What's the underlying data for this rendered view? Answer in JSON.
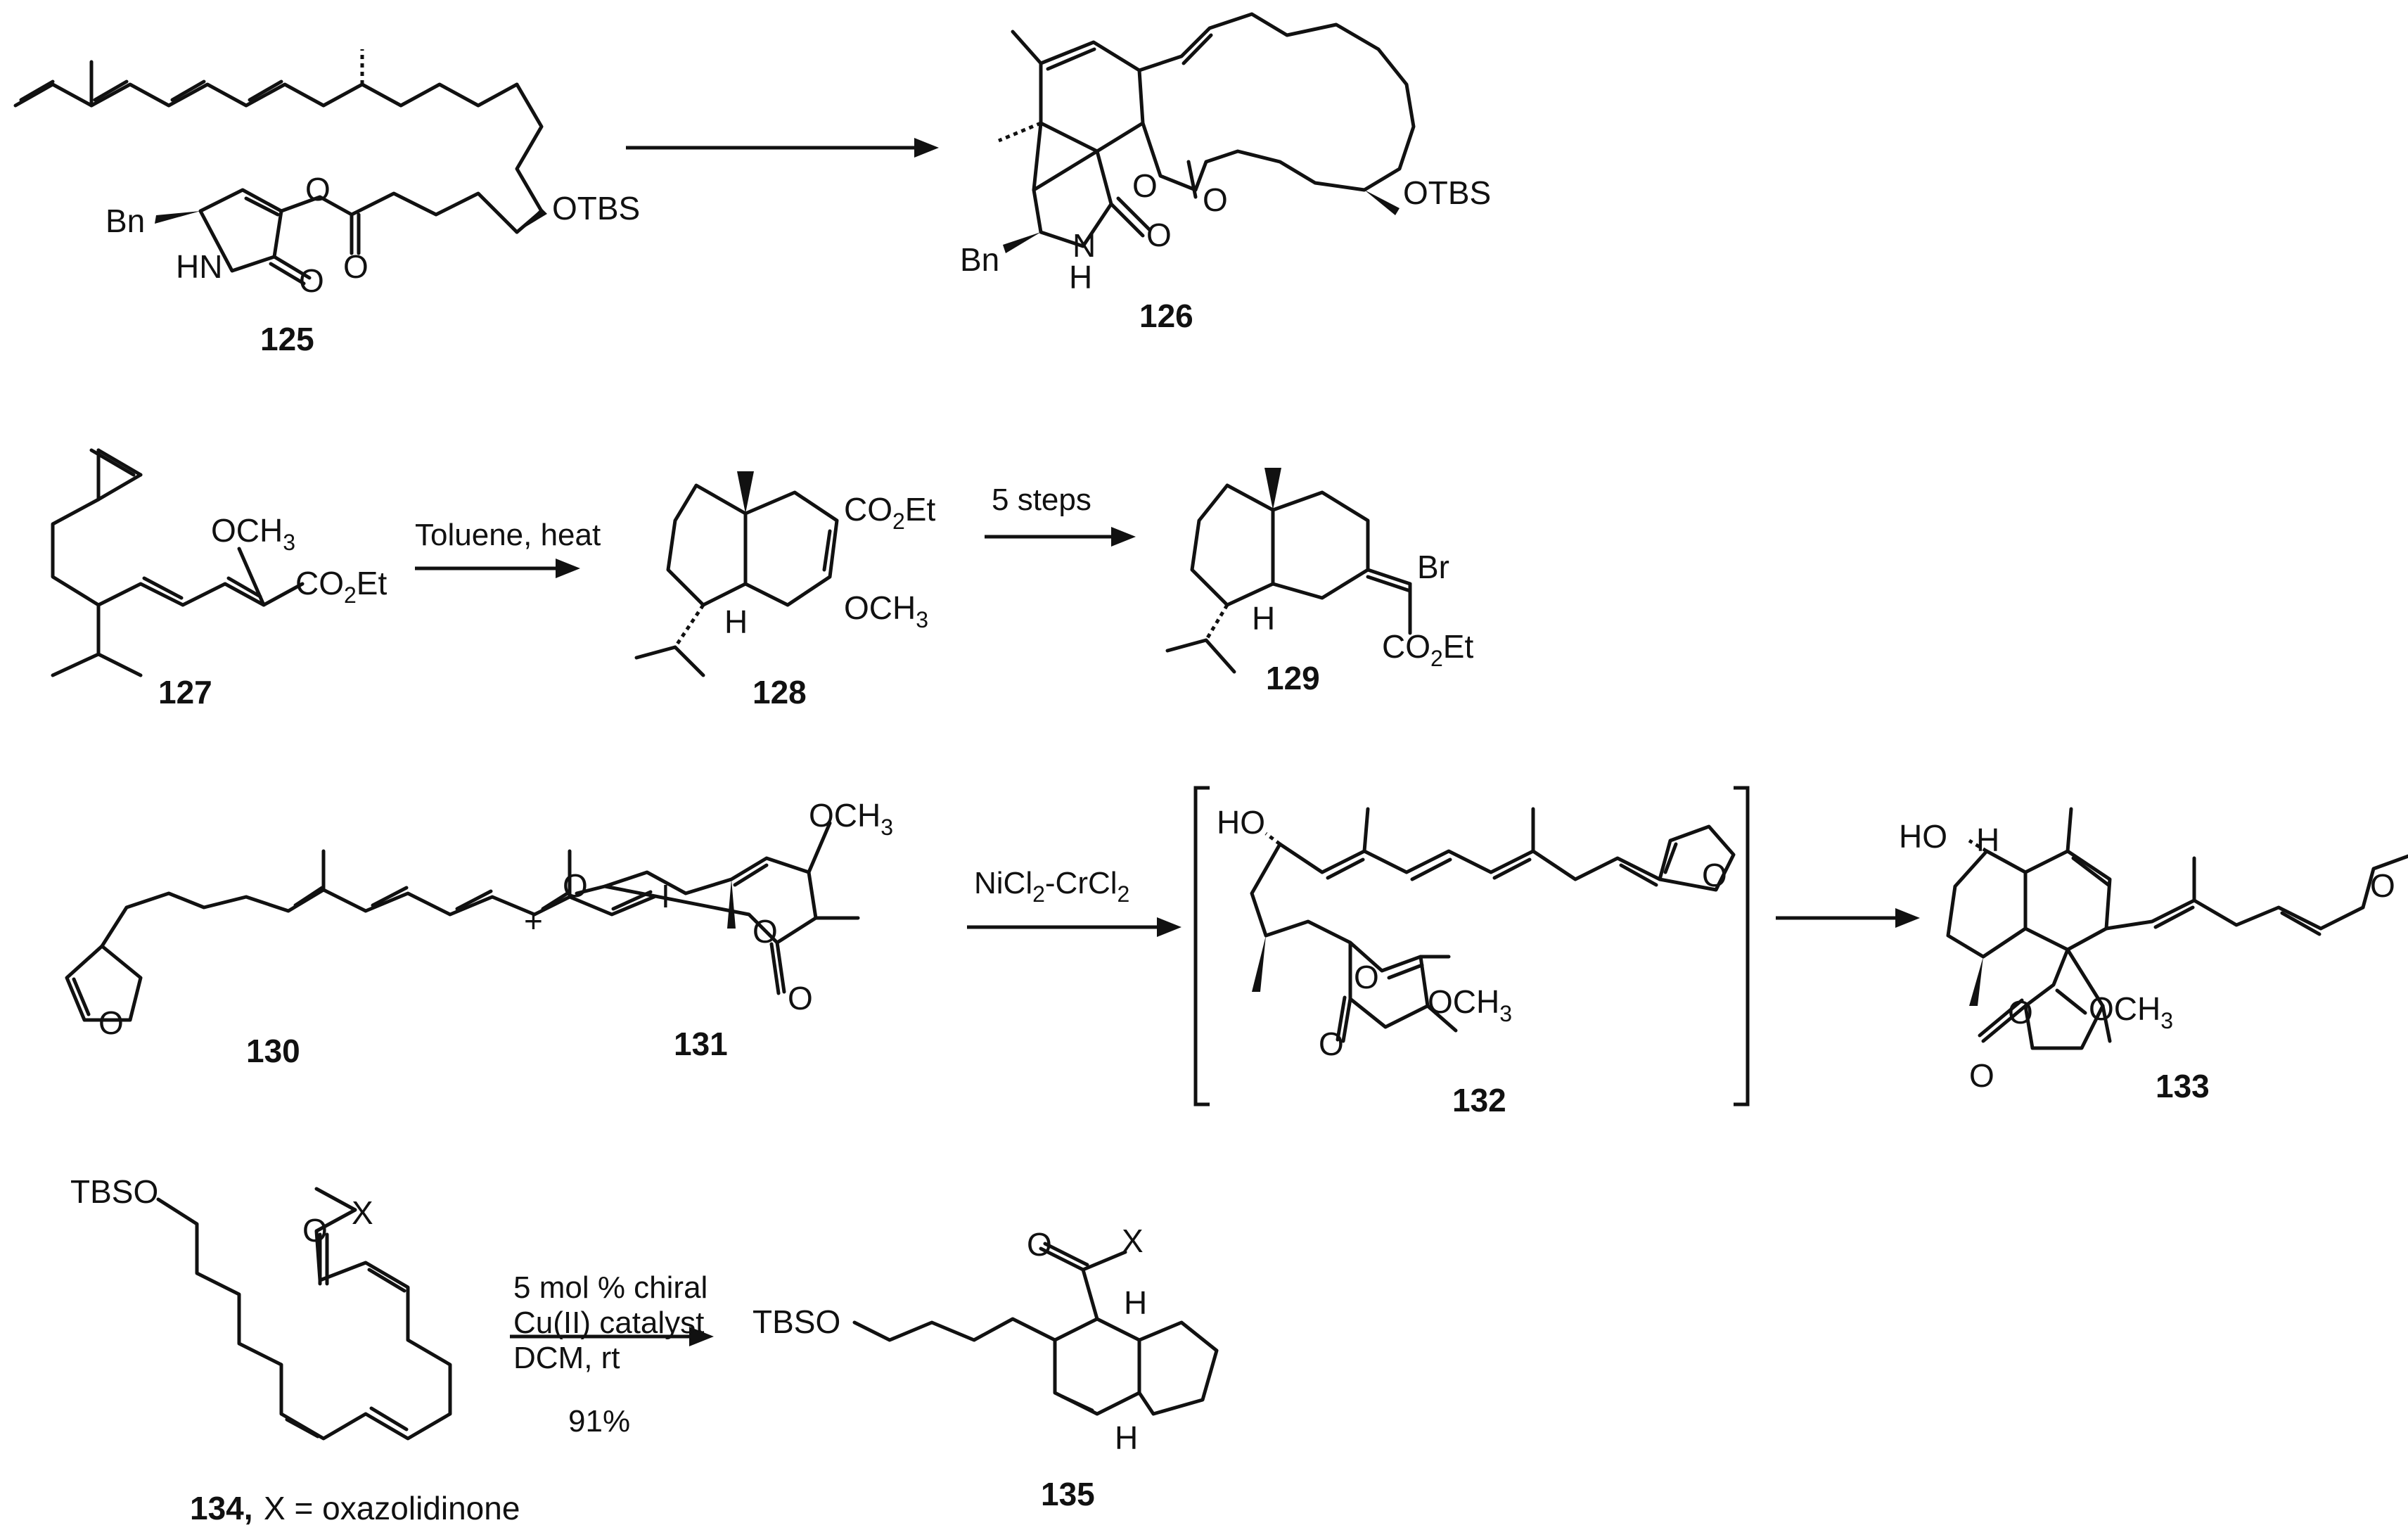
{
  "compounds": {
    "c125": "125",
    "c126": "126",
    "c127": "127",
    "c128": "128",
    "c129": "129",
    "c130": "130",
    "c131": "131",
    "c132": "132",
    "c133": "133",
    "c134_num": "134,",
    "c134_desc": "X = oxazolidinone",
    "c135": "135"
  },
  "atoms": {
    "bn": "Bn",
    "hn": "HN",
    "n": "N",
    "h": "H",
    "o": "O",
    "otbs": "OTBS",
    "och3": "OCH",
    "ocme": "OCH",
    "co2et": "CO",
    "co2et_tail": "Et",
    "sub2": "2",
    "sub3": "3",
    "br": "Br",
    "i": "I",
    "ho": "HO",
    "tbso": "TBSO",
    "x": "X",
    "plus": "+"
  },
  "conditions": {
    "r1": "Toluene, heat",
    "r2": "5 steps",
    "r3_ni": "NiCl",
    "r3_cr": "-CrCl",
    "r4_l1": "5 mol % chiral",
    "r4_l2": "Cu(II) catalyst",
    "r4_l3": "DCM, rt",
    "r4_yield": "91%"
  }
}
